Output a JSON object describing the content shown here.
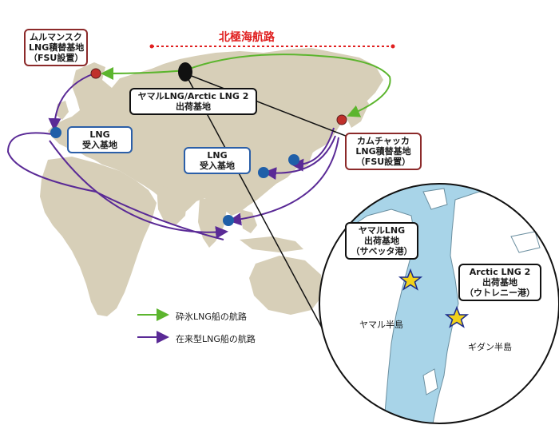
{
  "route_title": "北極海航路",
  "labels": {
    "murmansk": [
      "ムルマンスク",
      "LNG積替基地",
      "（FSU設置）"
    ],
    "yamal_arctic": [
      "ヤマルLNG/Arctic LNG 2",
      "出荷基地"
    ],
    "lng_europe": [
      "LNG",
      "受入基地"
    ],
    "lng_asia": [
      "LNG",
      "受入基地"
    ],
    "kamchatka": [
      "カムチャッカ",
      "LNG積替基地",
      "（FSU設置）"
    ],
    "yamal_lng": [
      "ヤマルLNG",
      "出荷基地",
      "（サベッタ港）"
    ],
    "arctic_lng2": [
      "Arctic LNG 2",
      "出荷基地",
      "（ウトレニー港）"
    ]
  },
  "peninsulas": {
    "yamal": "ヤマル半島",
    "gydan": "ギダン半島"
  },
  "legend": [
    {
      "label": "砕氷LNG船の航路",
      "color": "#5cb52e"
    },
    {
      "label": "在来型LNG船の航路",
      "color": "#5a2a96"
    }
  ],
  "colors": {
    "land": "#d7cfb8",
    "sea": "#a8d4e8",
    "icebreaker_route": "#5cb52e",
    "conventional_route": "#5a2a96",
    "northern_sea_route": "#e02020",
    "fsu_marker": "#c0302b",
    "terminal_marker": "#1f5fa8",
    "shipping_marker": "#111111",
    "port_star": "#f2d21a"
  }
}
